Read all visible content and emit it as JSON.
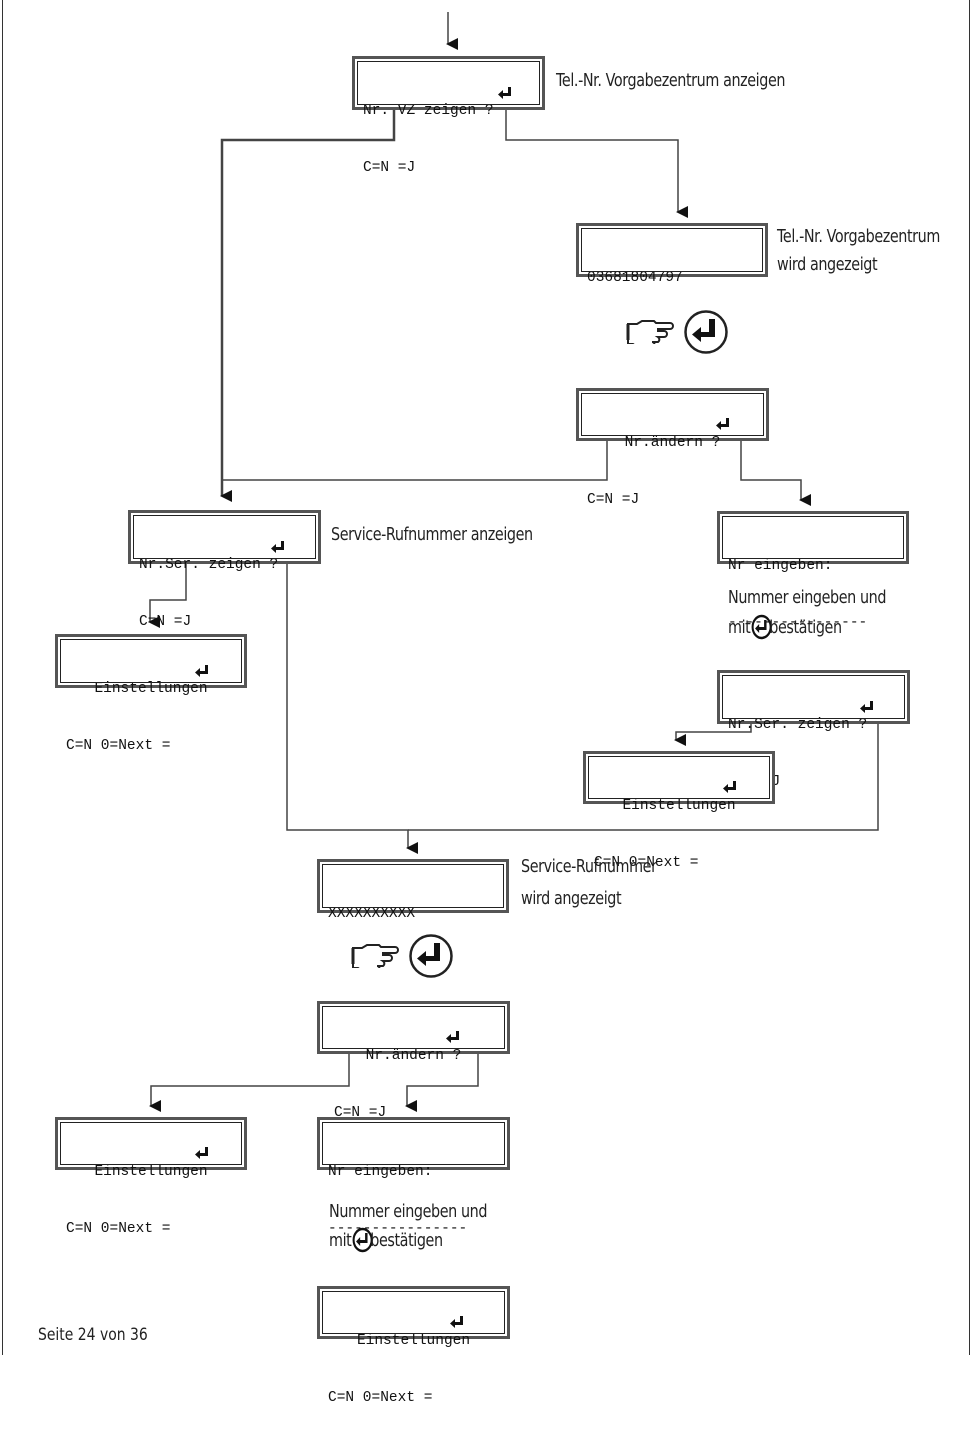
{
  "boxes": {
    "vz_zeigen": {
      "line1": "Nr. VZ zeigen ?",
      "line2": "C=N =J"
    },
    "vz_number": {
      "line1": "03681804797",
      "line2": ""
    },
    "nr_aendern_1": {
      "line1": "Nr.ändern ?",
      "line2": "C=N =J"
    },
    "nr_eingeben_1": {
      "line1": "Nr eingeben:",
      "line2": "----------------"
    },
    "ser_zeigen_left": {
      "line1": "Nr.Ser. zeigen ?",
      "line2": "C=N =J"
    },
    "einstellungen_1": {
      "line1": "Einstellungen",
      "line2": "C=N 0=Next ="
    },
    "ser_zeigen_right": {
      "line1": "Nr.Ser. zeigen ?",
      "line2": "C=N =J"
    },
    "einstellungen_2": {
      "line1": "Einstellungen",
      "line2": "C=N 0=Next ="
    },
    "ser_number": {
      "line1": "XXXXXXXXXX",
      "line2": ""
    },
    "nr_aendern_2": {
      "line1": "Nr.ändern ?",
      "line2": "C=N =J"
    },
    "einstellungen_3": {
      "line1": "Einstellungen",
      "line2": "C=N 0=Next ="
    },
    "nr_eingeben_2": {
      "line1": "Nr eingeben:",
      "line2": "----------------"
    },
    "einstellungen_4": {
      "line1": "Einstellungen",
      "line2": "C=N 0=Next ="
    }
  },
  "notes": {
    "vz_anzeigen": "Tel.-Nr. Vorgabezentrum anzeigen",
    "vz_angezeigt_1": "Tel.-Nr. Vorgabezentrum",
    "vz_angezeigt_2": "wird angezeigt",
    "ser_anzeigen": "Service-Rufnummer anzeigen",
    "eingeben_1a": "Nummer eingeben und",
    "eingeben_1b_pre": "mit ",
    "eingeben_1b_post": "bestätigen",
    "ser_angezeigt_1": "Service-Rufnummer",
    "ser_angezeigt_2": "wird angezeigt",
    "eingeben_2a": "Nummer eingeben und",
    "eingeben_2b_pre": "mit ",
    "eingeben_2b_post": "bestätigen"
  },
  "footer": {
    "page": "Seite 24 von 36"
  },
  "icons": [
    "pointing-hand-icon",
    "enter-key-icon"
  ]
}
